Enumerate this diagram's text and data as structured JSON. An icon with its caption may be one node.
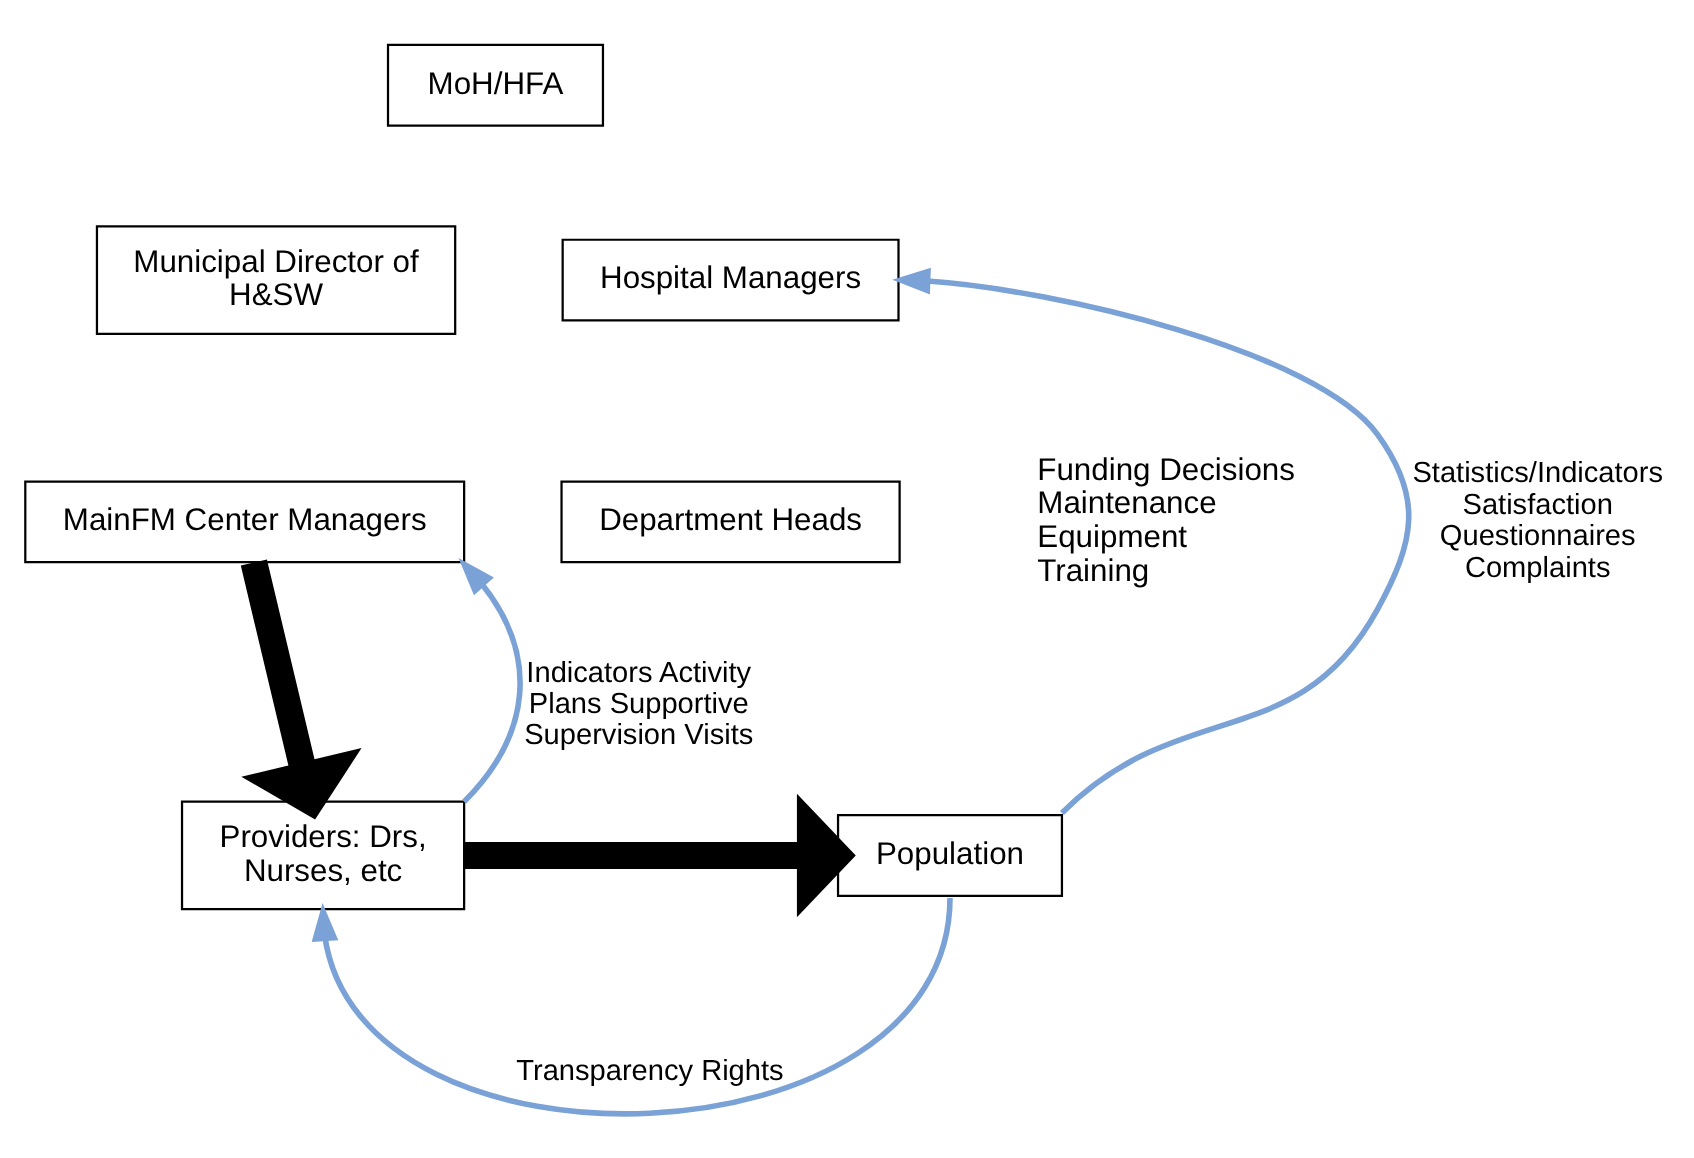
{
  "diagram": {
    "nodes": [
      {
        "text": [
          "MoH/HFA"
        ]
      },
      {
        "text": [
          "Municipal Director of H&SW"
        ]
      },
      {
        "text": [
          "Hospital Managers"
        ]
      },
      {
        "text": [
          "MainFM Center Managers"
        ]
      },
      {
        "text": [
          "Department Heads"
        ]
      },
      {
        "text": [
          "Providers: Drs, Nurses, etc"
        ]
      },
      {
        "text": [
          "Population"
        ]
      }
    ],
    "edges": [
      {
        "from": 3,
        "to": 5,
        "arrow": "to",
        "style": "thick",
        "color": "#000000"
      },
      {
        "from": 5,
        "to": 6,
        "arrow": "to",
        "style": "thick",
        "color": "#000000"
      },
      {
        "from": 5,
        "to": 3,
        "arrow": "to",
        "label": "Indicators Activity Plans Supportive Supervision Visits"
      },
      {
        "from": 6,
        "to": 2,
        "arrow": "to",
        "label": "Statistics/Indicators Satisfaction Questionnaires Complaints"
      },
      {
        "from": 6,
        "to": 5,
        "arrow": "to",
        "label": "Transparency Rights"
      }
    ],
    "labels": [
      "Funding Decisions",
      "Maintenance",
      "Equipment",
      "Training"
    ]
  }
}
